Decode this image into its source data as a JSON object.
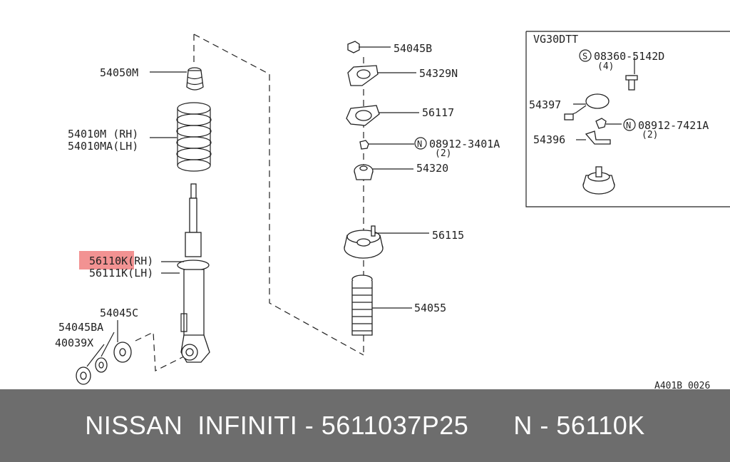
{
  "labels": {
    "p54050M": "54050M",
    "p54010M": "54010M (RH)",
    "p54010MA": "54010MA(LH)",
    "p56110K": "56110K(RH)",
    "p56111K": "56111K(LH)",
    "p54045C": "54045C",
    "p54045BA": "54045BA",
    "p40039X": "40039X",
    "p54045B": "54045B",
    "p54329N": "54329N",
    "p56117": "56117",
    "p08912_3401A": "08912-3401A",
    "p08912_3401A_qty": "(2)",
    "p54320": "54320",
    "p56115": "56115",
    "p54055": "54055",
    "inset_title": "VG30DTT",
    "p08360_5142D": "08360-5142D",
    "p08360_5142D_qty": "(4)",
    "p54397": "54397",
    "p08912_7421A": "08912-7421A",
    "p08912_7421A_qty": "(2)",
    "p54396": "54396",
    "symbol_S": "S",
    "symbol_N1": "N",
    "symbol_N2": "N",
    "diagram_code": "A401B 0026"
  },
  "highlight_color": "#f07f7f",
  "footer": {
    "brand": "NISSAN  INFINITI - 5611037P25",
    "code": "N - 56110K"
  }
}
